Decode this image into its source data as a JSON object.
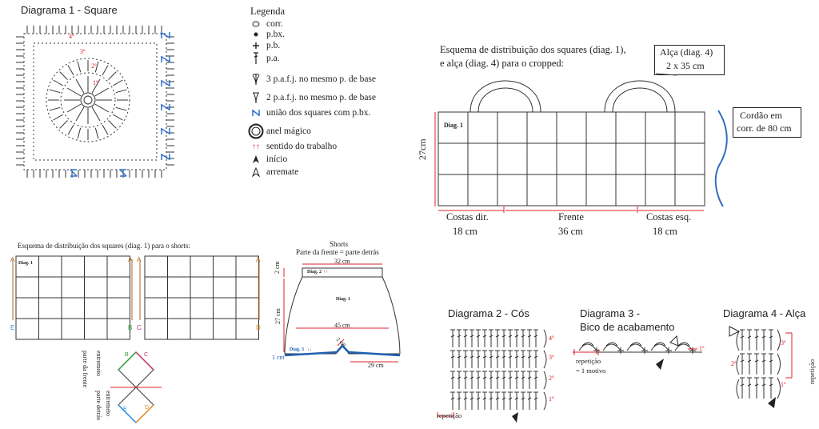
{
  "diagram1": {
    "title": "Diagrama 1 - Square",
    "rounds": [
      "1º",
      "2º",
      "3º",
      "4º"
    ]
  },
  "legend": {
    "title": "Legenda",
    "items": [
      {
        "icon": "chain-oval-icon",
        "label": "corr."
      },
      {
        "icon": "slip-stitch-dot-icon",
        "label": "p.bx."
      },
      {
        "icon": "single-crochet-plus-icon",
        "label": "p.b."
      },
      {
        "icon": "double-crochet-icon",
        "label": "p.a."
      },
      {
        "icon": "three-dc-together-icon",
        "label": "3 p.a.f.j. no mesmo p. de base"
      },
      {
        "icon": "two-dc-together-icon",
        "label": "2 p.a.f.j. no mesmo p. de base"
      },
      {
        "icon": "join-squares-icon",
        "label": "união dos squares com p.bx."
      },
      {
        "icon": "magic-ring-icon",
        "label": "anel mágico"
      },
      {
        "icon": "work-direction-arrows-icon",
        "label": "sentido do trabalho"
      },
      {
        "icon": "start-arrow-icon",
        "label": "início"
      },
      {
        "icon": "finish-arrow-icon",
        "label": "arremate"
      }
    ]
  },
  "cropped": {
    "title_line1": "Esquema de distribuição dos squares (diag. 1),",
    "title_line2": "e alça (diag. 4) para o cropped:",
    "strap_box_line1": "Alça (diag. 4)",
    "strap_box_line2": "2 x 35 cm",
    "cord_box_line1": "Cordão em",
    "cord_box_line2": "corr. de 80 cm",
    "grid_label": "Diag. 1",
    "height": "27cm",
    "rows": 3,
    "cols": 9,
    "bottom": [
      {
        "name": "Costas dir.",
        "size": "18 cm"
      },
      {
        "name": "Frente",
        "size": "36 cm"
      },
      {
        "name": "Costas esq.",
        "size": "18 cm"
      }
    ]
  },
  "shorts_layout": {
    "title": "Esquema de distribuição dos squares (diag. 1) para o shorts:",
    "grid_label": "Diag. 1",
    "corner_letters": [
      "A",
      "A",
      "A",
      "A",
      "E",
      "B",
      "C",
      "D"
    ],
    "crotch_labels": [
      "parte da frente",
      "entremeio",
      "entremeio",
      "parte detrás"
    ],
    "crotch_letters": [
      "B",
      "C",
      "E",
      "D"
    ],
    "letter_colors": {
      "A": "#b5651d",
      "B": "#2e9a3a",
      "C": "#c0306b",
      "D": "#e08a1c",
      "E": "#2f8fd8"
    }
  },
  "shorts": {
    "title": "Shorts",
    "subtitle": "Parte da frente = parte detrás",
    "waist": "32 cm",
    "waistband_h": "2 cm",
    "diag2": "Diag. 2",
    "diag1": "Diag. 1",
    "height": "27 cm",
    "hip": "45 cm",
    "diag3": "Diag. 3",
    "edge": "1 cm",
    "crotch": "2 cm",
    "leg": "29 cm"
  },
  "diagram2": {
    "title": "Diagrama 2 - Cós",
    "rounds": [
      "4º",
      "3º",
      "2º",
      "1º"
    ],
    "repeat": "repetição"
  },
  "diagram3": {
    "title_line1": "Diagrama 3 -",
    "title_line2": "Bico de acabamento",
    "round": "1º",
    "repeat": "repetição",
    "motif": "= 1 motivo"
  },
  "diagram4": {
    "title": "Diagrama 4 - Alça",
    "rounds": [
      "3º",
      "2º",
      "1º"
    ],
    "repeat": "repetição"
  },
  "colors": {
    "red": "#e0202a",
    "blue": "#1f5fae",
    "cord": "#2f6fc0",
    "ink": "#222222",
    "join": "#2f6fd0"
  }
}
